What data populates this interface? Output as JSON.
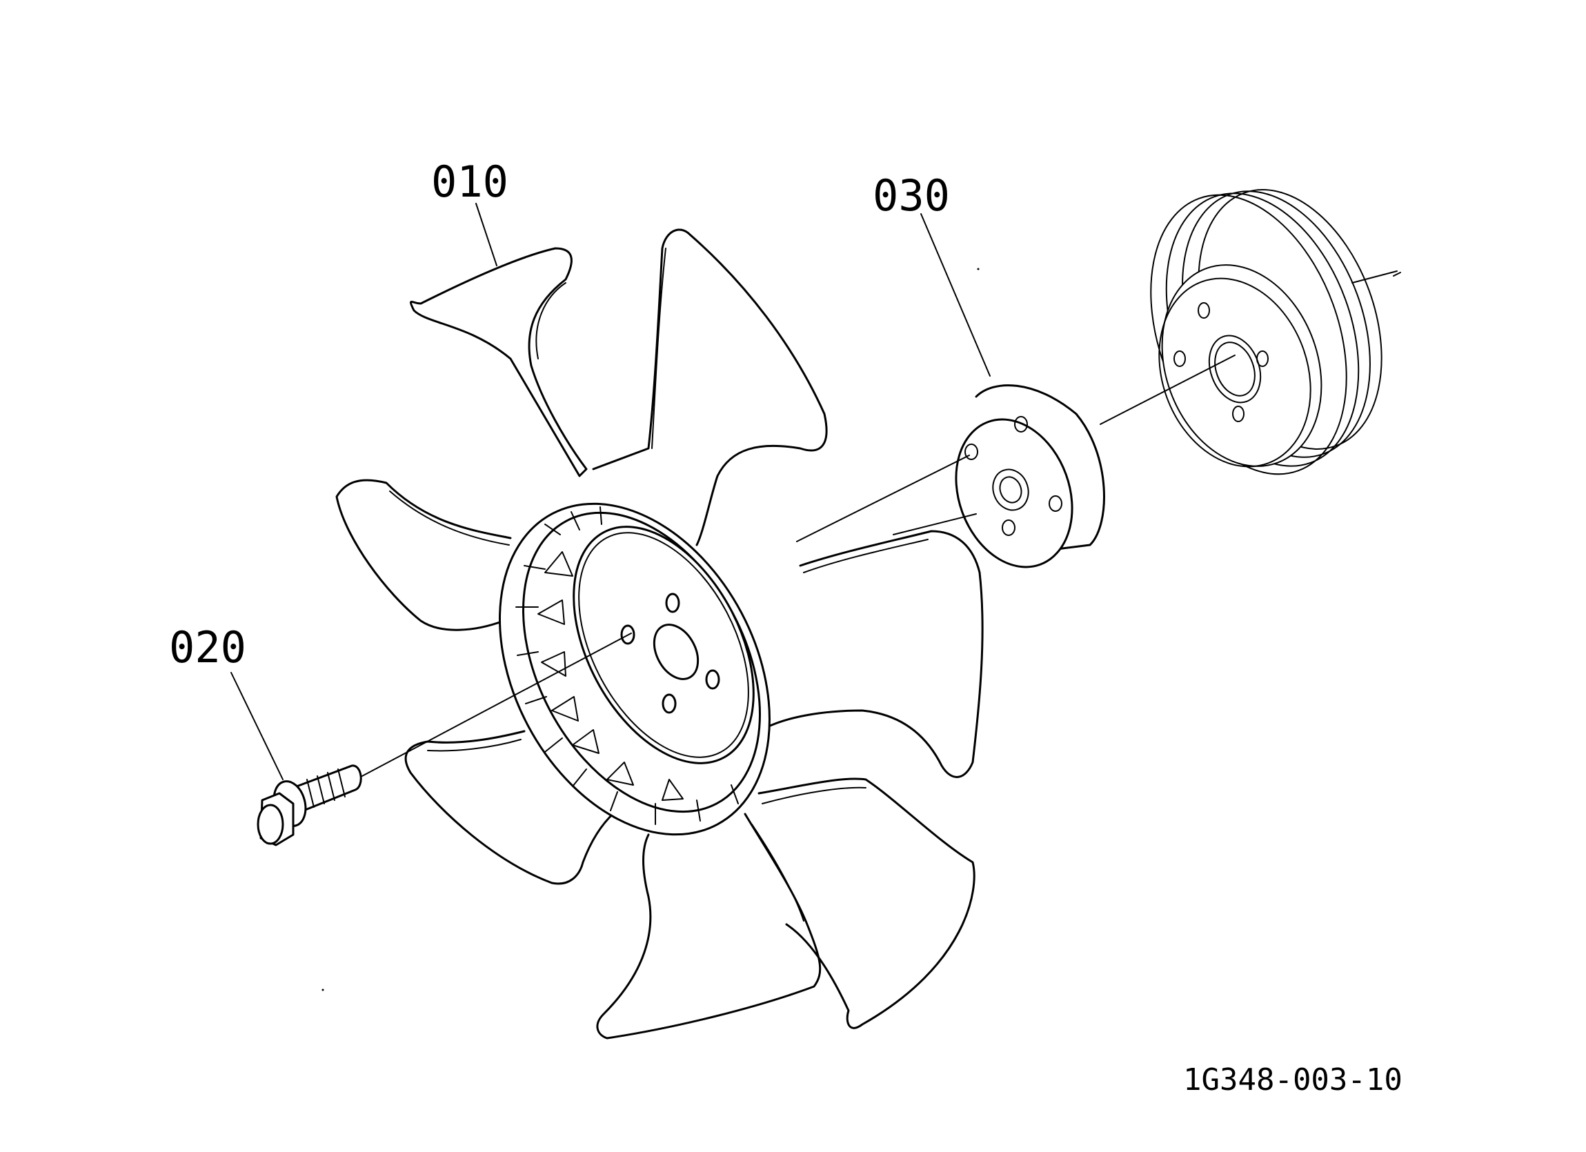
{
  "callouts": {
    "fan": "010",
    "bolt": "020",
    "spacer": "030"
  },
  "drawing_code": "1G348-003-10",
  "icons": [
    "fan-blade-icon",
    "bolt-icon",
    "spacer-icon",
    "pulley-icon"
  ],
  "colors": {
    "ink": "#000000",
    "paper": "#ffffff"
  }
}
